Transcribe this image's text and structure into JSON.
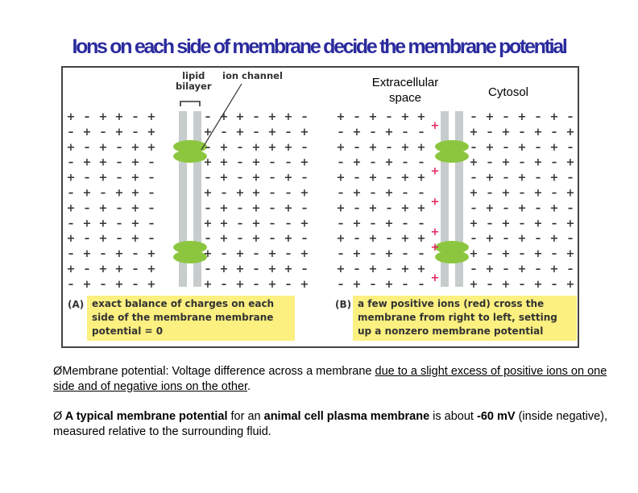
{
  "title": "Ions on each side of membrane decide the membrane  potential",
  "figure": {
    "annotations": {
      "lipid_bilayer": "lipid\nbilayer",
      "ion_channel": "ion channel"
    },
    "regions": {
      "extracellular": "Extracellular space",
      "cytosol": "Cytosol"
    },
    "panel_a": {
      "letter": "(A)",
      "caption": "exact balance of charges on each side of the membrane membrane potential = 0"
    },
    "panel_b": {
      "letter": "(B)",
      "caption": "a few positive ions (red) cross the membrane from right to left, setting up a nonzero membrane potential"
    },
    "colors": {
      "channel": "#8cc63f",
      "bilayer": "#c6cdcc",
      "caption_bg": "#fbf080",
      "red_ion": "#e0245a",
      "title": "#2b2b9e"
    },
    "charge_rows_a": [
      "+-++-+",
      "-+-+-+",
      "+-+-++",
      "-++-+-",
      "+-+-+-",
      "-+-++-",
      "+-+-+-",
      "-++-+-",
      "+-+-+-",
      "-+-+-+",
      "+-++-+",
      "-+-+-+"
    ],
    "charge_rows_b_left": [
      "+-+-+",
      "-+-+-",
      "+-+-+",
      "-+-+-",
      "+-+-+",
      "-+-+-",
      "+-+-+",
      "-+-+-",
      "+-+-+",
      "-+-+-",
      "+-+-+",
      "-+-+-"
    ],
    "charge_rows_b_right": [
      "-+-+-+",
      "+-+-+-",
      "-+-+-+",
      "+-+-+-",
      "-+-+-+",
      "+-+-+-",
      "-+-+-+",
      "+-+-+-",
      "-+-+-+",
      "+-+-+-",
      "-+-+-+",
      "+-+-+-"
    ],
    "red_ion_rows_b": [
      1,
      4,
      6,
      8,
      9,
      11
    ]
  },
  "bullets": [
    {
      "marker": "Ø",
      "prefix": "Membrane potential: Voltage difference across a membrane ",
      "underlined": "due to a slight excess of positive ions on one side and of negative ions on the other",
      "suffix": "."
    },
    {
      "marker": "Ø",
      "part1": " A typical membrane potential",
      "part2": " for an ",
      "part3": "animal cell plasma membrane",
      "part4": " is about ",
      "part5": "-60 mV",
      "part6": " (inside negative), measured relative to the surrounding fluid",
      "part7": "."
    }
  ]
}
